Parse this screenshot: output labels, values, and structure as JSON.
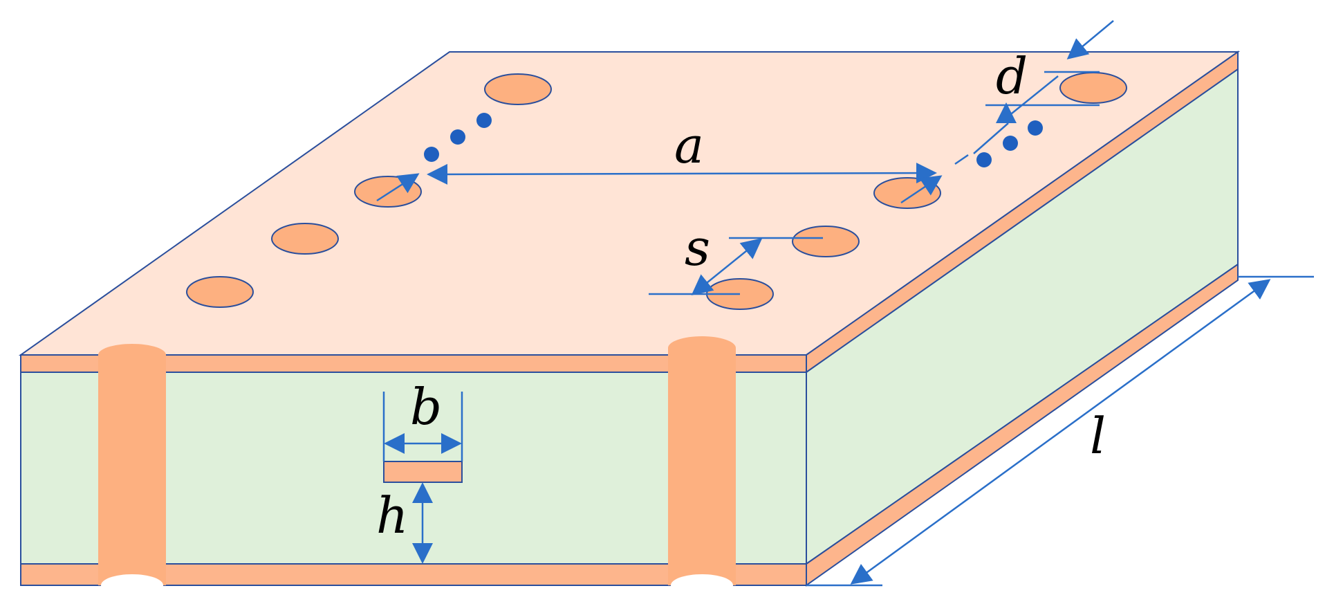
{
  "labels": {
    "a": "a",
    "b": "b",
    "d": "d",
    "h": "h",
    "l": "l",
    "s": "s"
  },
  "colors": {
    "copper": "#ffe4d6",
    "copper_edge": "#fdb58c",
    "via": "#fdb080",
    "substrate": "#dff0da",
    "outline": "#2a4e9c",
    "dimension": "#2a6fc9",
    "dots": "#1f5fbf"
  }
}
